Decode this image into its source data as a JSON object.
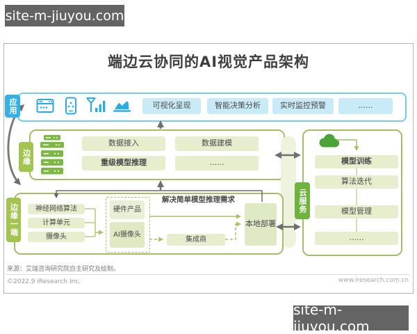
{
  "watermark": {
    "text": "site-m-jiuyou.com"
  },
  "title": "端边云协同的AI视觉产品架构",
  "colors": {
    "blue_label": "#35b1e4",
    "blue_border": "#70cdec",
    "blue_pill": "#c9ebf7",
    "blue_icon": "#2aace3",
    "green_border": "#a3bd68",
    "green_label": "#a2c54f",
    "green_dark_label": "#6db33e",
    "green_pill": "#e7eecd",
    "green_icon": "#7db843",
    "cloud_green": "#4ba437",
    "arrow_gray": "#6f6f6f"
  },
  "app_row": {
    "label": "应用",
    "icons": [
      "browser-icon",
      "smartphone-icon",
      "signal-antenna-icon",
      "area-chart-icon"
    ],
    "pills": [
      "可视化呈现",
      "智能决策分析",
      "实时监控预警",
      "......"
    ]
  },
  "edge": {
    "label": "边缘",
    "icons": [
      "network-switch-icon",
      "server-rack-icon"
    ],
    "pills": [
      "数据接入",
      "数据建模",
      "重级模型推理",
      "......"
    ]
  },
  "cloud": {
    "label": "云服务",
    "icon": "cloud-icon",
    "items": [
      "模型训练",
      "算法迭代",
      "模型管理",
      "......"
    ]
  },
  "end": {
    "label": "边缘一端",
    "items": [
      "神经网络算法",
      "计算单元",
      "摄像头"
    ],
    "hardware": [
      "硬件产品",
      "AI摄像头"
    ],
    "annotation": "解决简单模型推理需求",
    "integrator": "集成商",
    "deploy": "本地部署"
  },
  "footer": {
    "source": "来源：艾瑞咨询研究院自主研究及绘制。",
    "copyright": "©2022.9 iResearch Inc.",
    "site": "www.iresearch.com.cn"
  }
}
